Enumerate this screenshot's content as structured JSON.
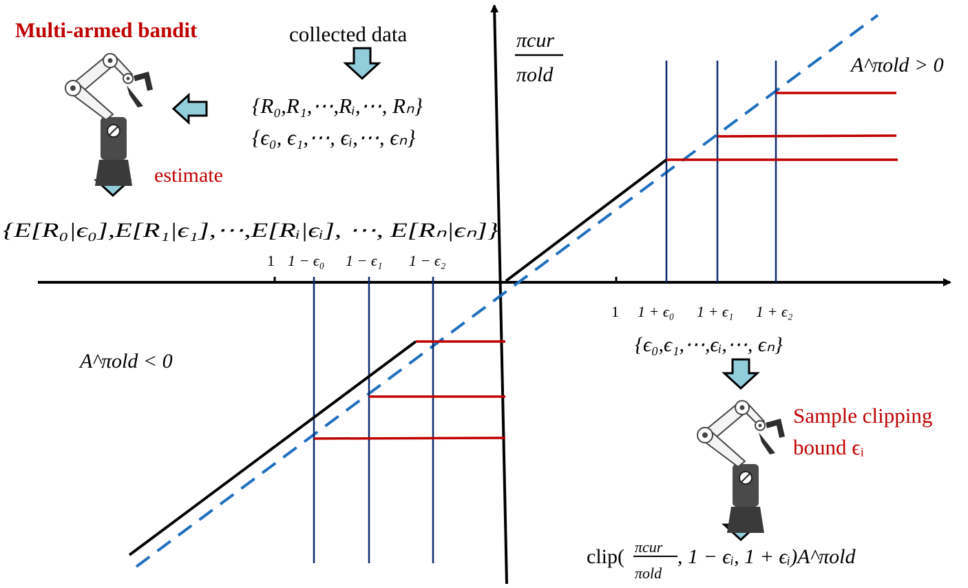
{
  "header": {
    "bandit_title": "Multi-armed bandit",
    "collected_data": "collected data",
    "estimate": "estimate"
  },
  "sets": {
    "rewards": "{R₀,R₁,⋯,Rᵢ,⋯, Rₙ}",
    "epsilons": "{ϵ₀, ϵ₁,⋯, ϵᵢ,⋯, ϵₙ}",
    "expectations": "{E[R₀|ϵ₀],E[R₁|ϵ₁],⋯,E[Rᵢ|ϵᵢ], ⋯, E[Rₙ|ϵₙ]}",
    "epsilons_right": "{ϵ₀,ϵ₁,⋯,ϵᵢ,⋯, ϵₙ}"
  },
  "axis": {
    "y_label_num": "πcur",
    "y_label_den": "πold",
    "neg_tick_labels": [
      "1",
      "1 − ϵ₀",
      "1 − ϵ₁",
      "1 − ϵ₂"
    ],
    "pos_tick_labels": [
      "1",
      "1 + ϵ₀",
      "1 + ϵ₁",
      "1 + ϵ₂"
    ]
  },
  "conditions": {
    "positive": "A^πold > 0",
    "negative": "A^πold < 0"
  },
  "sample": {
    "line1": "Sample clipping",
    "line2": "bound ϵᵢ"
  },
  "clip_formula": {
    "prefix": "clip(",
    "num": "πcur",
    "den": "πold",
    "suffix": ", 1 − ϵᵢ, 1 + ϵᵢ)A^πold"
  },
  "colors": {
    "red": "#c00000",
    "navy": "#0a2a6e",
    "dashed_blue": "#1f6fbf",
    "arrow_fill": "#92cddc"
  }
}
